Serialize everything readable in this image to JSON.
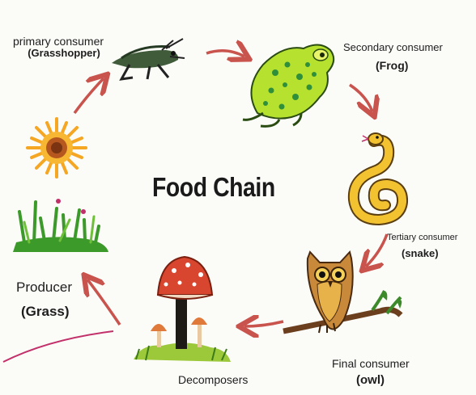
{
  "diagram": {
    "title": "Food Chain",
    "nodes": [
      {
        "id": "sun",
        "icon": "sun-icon"
      },
      {
        "id": "grasshopper",
        "role": "primary consumer",
        "organism": "(Grasshopper)",
        "icon": "grasshopper-icon"
      },
      {
        "id": "frog",
        "role": "Secondary consumer",
        "organism": "(Frog)",
        "icon": "frog-icon"
      },
      {
        "id": "snake",
        "role": "Tertiary consumer",
        "organism": "(snake)",
        "icon": "snake-icon"
      },
      {
        "id": "owl",
        "role": "Final consumer",
        "organism": "(owl)",
        "icon": "owl-icon"
      },
      {
        "id": "decomposers",
        "role": "Decomposers",
        "icon": "mushroom-icon"
      },
      {
        "id": "grass",
        "role": "Producer",
        "organism": "(Grass)",
        "icon": "grass-icon"
      }
    ],
    "edges": [
      {
        "from": "sun",
        "to": "grasshopper"
      },
      {
        "from": "grasshopper",
        "to": "frog"
      },
      {
        "from": "frog",
        "to": "snake"
      },
      {
        "from": "snake",
        "to": "owl"
      },
      {
        "from": "owl",
        "to": "decomposers"
      },
      {
        "from": "decomposers",
        "to": "grass"
      }
    ],
    "colors": {
      "arrow": "#c9534d",
      "frog": "#b6e12e",
      "frog_spots": "#2f8f3a",
      "snake": "#f2c230",
      "owl": "#c88a3a",
      "mushroom_cap": "#d8462f",
      "grass": "#3c9a2a",
      "sun": "#f5a623",
      "scribble": "#c2306a"
    }
  }
}
